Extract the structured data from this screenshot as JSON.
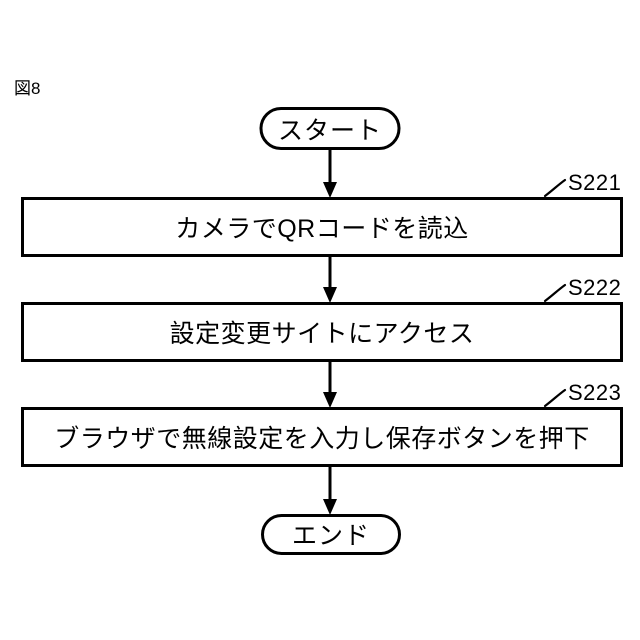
{
  "figure": {
    "label": "図8",
    "type": "flowchart"
  },
  "nodes": {
    "start": {
      "label": "スタート",
      "shape": "terminal"
    },
    "end": {
      "label": "エンド",
      "shape": "terminal"
    },
    "steps": [
      {
        "ref": "S221",
        "label": "カメラでQRコードを読込",
        "shape": "process"
      },
      {
        "ref": "S222",
        "label": "設定変更サイトにアクセス",
        "shape": "process"
      },
      {
        "ref": "S223",
        "label": "ブラウザで無線設定を入力し保存ボタンを押下",
        "shape": "process"
      }
    ]
  },
  "style": {
    "stroke": "#000000",
    "fill": "#ffffff",
    "background": "#ffffff"
  },
  "icons": {
    "arrow": "down-arrow-icon",
    "leader": "leader-line-icon"
  }
}
